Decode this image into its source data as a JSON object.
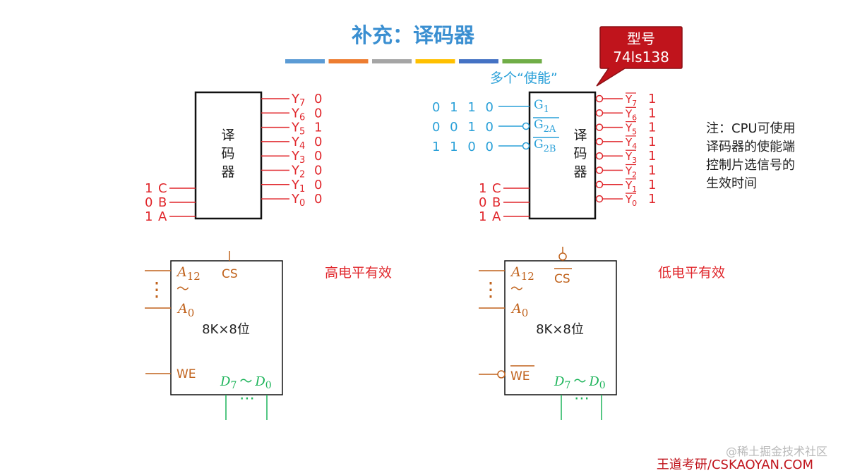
{
  "title": "补充：译码器",
  "title_color": "#3a8fd1",
  "color_bar": [
    "#5b9bd5",
    "#ed7d31",
    "#a5a5a5",
    "#ffc000",
    "#4472c4",
    "#70ad47"
  ],
  "callout": {
    "line1": "型号",
    "line2": "74ls138",
    "color": "#c0141c"
  },
  "enable_note": "多个“使能”",
  "left_decoder": {
    "label": [
      "译",
      "码",
      "器"
    ],
    "outputs": [
      {
        "name": "Y7",
        "sub": "7",
        "value": "0"
      },
      {
        "name": "Y6",
        "sub": "6",
        "value": "0"
      },
      {
        "name": "Y5",
        "sub": "5",
        "value": "1"
      },
      {
        "name": "Y4",
        "sub": "4",
        "value": "0"
      },
      {
        "name": "Y3",
        "sub": "3",
        "value": "0"
      },
      {
        "name": "Y2",
        "sub": "2",
        "value": "0"
      },
      {
        "name": "Y1",
        "sub": "1",
        "value": "0"
      },
      {
        "name": "Y0",
        "sub": "0",
        "value": "0"
      }
    ],
    "inputs": [
      {
        "value": "1",
        "name": "C"
      },
      {
        "value": "0",
        "name": "B"
      },
      {
        "value": "1",
        "name": "A"
      }
    ]
  },
  "right_decoder": {
    "label": [
      "译",
      "码",
      "器"
    ],
    "enables": [
      {
        "bits": "0 1 1 0",
        "name": "G",
        "sub": "1"
      },
      {
        "bits": "0 0 1 0",
        "name": "G",
        "sub": "2A"
      },
      {
        "bits": "1 1 0 0",
        "name": "G",
        "sub": "2B"
      }
    ],
    "outputs": [
      {
        "sub": "7",
        "value": "1"
      },
      {
        "sub": "6",
        "value": "1"
      },
      {
        "sub": "5",
        "value": "1"
      },
      {
        "sub": "4",
        "value": "1"
      },
      {
        "sub": "3",
        "value": "1"
      },
      {
        "sub": "2",
        "value": "1"
      },
      {
        "sub": "1",
        "value": "1"
      },
      {
        "sub": "0",
        "value": "1"
      }
    ],
    "inputs": [
      {
        "value": "1",
        "name": "C"
      },
      {
        "value": "0",
        "name": "B"
      },
      {
        "value": "1",
        "name": "A"
      }
    ]
  },
  "note": [
    "注：CPU可使用",
    "译码器的使能端",
    "控制片选信号的",
    "生效时间"
  ],
  "chip_left": {
    "a_high": "A",
    "a_high_sub": "12",
    "tilde": "～",
    "a_low": "A",
    "a_low_sub": "0",
    "cs": "CS",
    "size": "8K×8位",
    "we": "WE",
    "data": "D",
    "data_hi_sub": "7",
    "data_sep": "～",
    "data_lo_sub": "0",
    "dots": "⋯",
    "vdots": "⋮",
    "caption": "高电平有效"
  },
  "chip_right": {
    "a_high": "A",
    "a_high_sub": "12",
    "tilde": "～",
    "a_low": "A",
    "a_low_sub": "0",
    "cs": "CS",
    "size": "8K×8位",
    "we": "WE",
    "data": "D",
    "data_hi_sub": "7",
    "data_sep": "～",
    "data_lo_sub": "0",
    "dots": "⋯",
    "vdots": "⋮",
    "caption": "低电平有效"
  },
  "watermark": "@稀土掘金技术社区",
  "footer": "王道考研/CSKAOYAN.COM"
}
